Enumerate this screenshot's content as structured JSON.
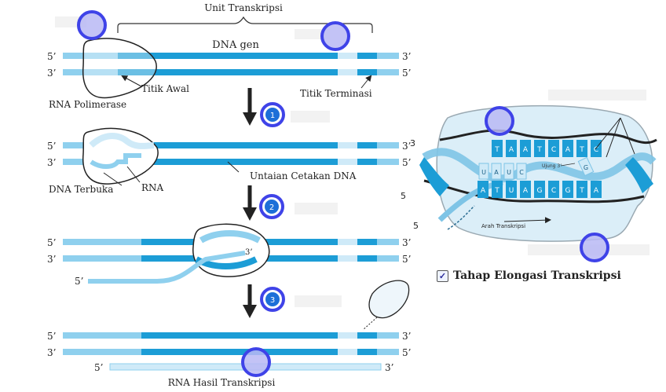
{
  "labels": {
    "unit_transkripsi": "Unit Transkripsi",
    "dna_gen": "DNA gen",
    "titik_awal": "Titik Awal",
    "rna_polimerase": "RNA Polimerase",
    "titik_terminasi": "Titik Terminasi",
    "untaian_cetakan": "Untaian Cetakan DNA",
    "dna_terbuka": "DNA Terbuka",
    "rna": "RNA",
    "rna_hasil": "RNA Hasil Transkripsi",
    "prime5": "5’",
    "prime3": "3’",
    "plain3": "3",
    "plain5": "5",
    "ujung": "Ujung 3’",
    "arah": "Arah  Transkripsi"
  },
  "steps": [
    "1",
    "2",
    "3"
  ],
  "caption": {
    "checked": true,
    "check_mark": "✓",
    "text": "Tahap Elongasi Transkripsi"
  },
  "helix_bases": {
    "top": [
      "T",
      "A",
      "A",
      "T",
      "C",
      "A",
      "T",
      "C"
    ],
    "bottom": [
      "A",
      "T",
      "U",
      "A",
      "G",
      "C",
      "G",
      "T",
      "A"
    ],
    "rna": [
      "U",
      "A",
      "U",
      "C",
      "G"
    ]
  },
  "colors": {
    "dark_strand": "#1c9dd6",
    "light_strand": "#8fd0ee",
    "pale_strand": "#cfeaf8",
    "marker_fill": "#b9b9f4",
    "marker_ring": "#3f43e8",
    "step_fill": "#1d6fd8",
    "redacted_box": "#f2f2f2"
  }
}
